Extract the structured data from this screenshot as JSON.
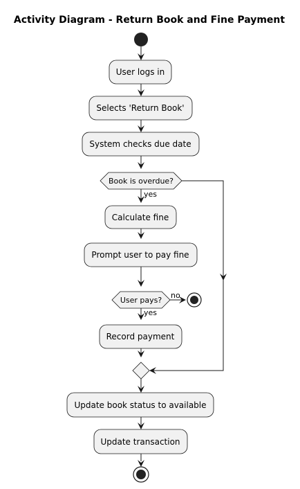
{
  "title": "Activity Diagram - Return Book and Fine Payment",
  "actions": {
    "login": "User logs in",
    "select_return": "Selects 'Return Book'",
    "check_due": "System checks due date",
    "calc_fine": "Calculate fine",
    "prompt_pay": "Prompt user to pay fine",
    "record_payment": "Record payment",
    "update_status": "Update book status to available",
    "update_transaction": "Update transaction"
  },
  "decisions": {
    "overdue": "Book is overdue?",
    "pays": "User pays?"
  },
  "guards": {
    "overdue_yes": "yes",
    "pays_no": "no",
    "pays_yes": "yes"
  }
}
